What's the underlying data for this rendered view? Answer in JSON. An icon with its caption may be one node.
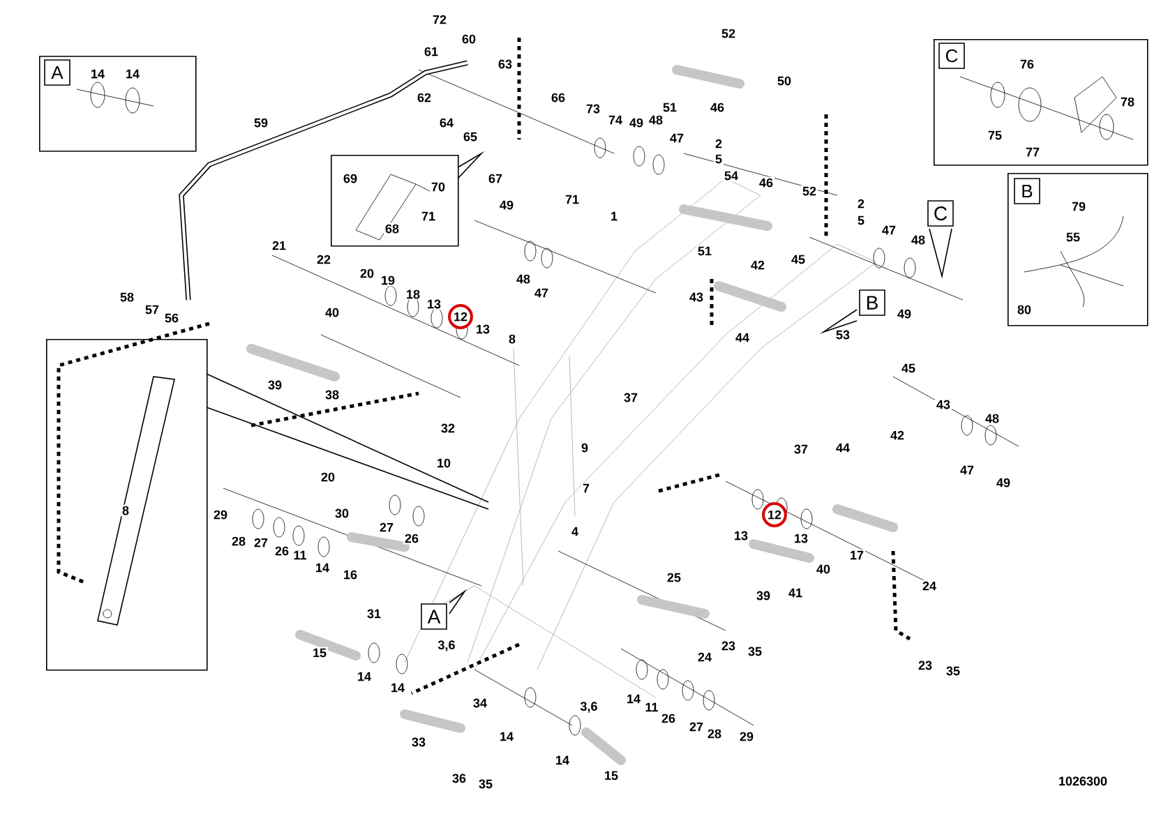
{
  "diagram": {
    "nodes": [
      {
        "text": [
          "A",
          "14",
          "14"
        ]
      },
      {
        "text": [
          "C",
          "76",
          "75",
          "77",
          "78"
        ]
      },
      {
        "text": [
          "B",
          "79",
          "55",
          "80"
        ]
      },
      {
        "text": [
          "69",
          "70",
          "71",
          "68"
        ]
      },
      {
        "text": [
          "8"
        ]
      },
      {
        "text": [
          "C"
        ]
      },
      {
        "text": [
          "B"
        ]
      },
      {
        "text": [
          "A"
        ]
      },
      {
        "text": [
          "12"
        ]
      },
      {
        "text": [
          "12"
        ]
      }
    ],
    "labels": [
      "72",
      "60",
      "52",
      "61",
      "63",
      "50",
      "62",
      "66",
      "73",
      "51",
      "46",
      "74",
      "49",
      "48",
      "47",
      "59",
      "64",
      "65",
      "2",
      "5",
      "54",
      "67",
      "46",
      "52",
      "71",
      "49",
      "2",
      "5",
      "1",
      "47",
      "48",
      "21",
      "51",
      "22",
      "45",
      "42",
      "20",
      "19",
      "48",
      "18",
      "47",
      "58",
      "43",
      "13",
      "57",
      "49",
      "40",
      "56",
      "13",
      "53",
      "44",
      "8",
      "45",
      "39",
      "38",
      "37",
      "43",
      "48",
      "32",
      "42",
      "9",
      "44",
      "37",
      "10",
      "47",
      "20",
      "49",
      "7",
      "29",
      "30",
      "27",
      "13",
      "4",
      "13",
      "26",
      "28",
      "27",
      "26",
      "11",
      "17",
      "14",
      "40",
      "16",
      "25",
      "24",
      "41",
      "39",
      "31",
      "3,6",
      "23",
      "35",
      "15",
      "24",
      "23",
      "35",
      "14",
      "14",
      "14",
      "34",
      "11",
      "3,6",
      "26",
      "27",
      "28",
      "14",
      "29",
      "33",
      "14",
      "15",
      "36",
      "35",
      "1026300"
    ]
  }
}
